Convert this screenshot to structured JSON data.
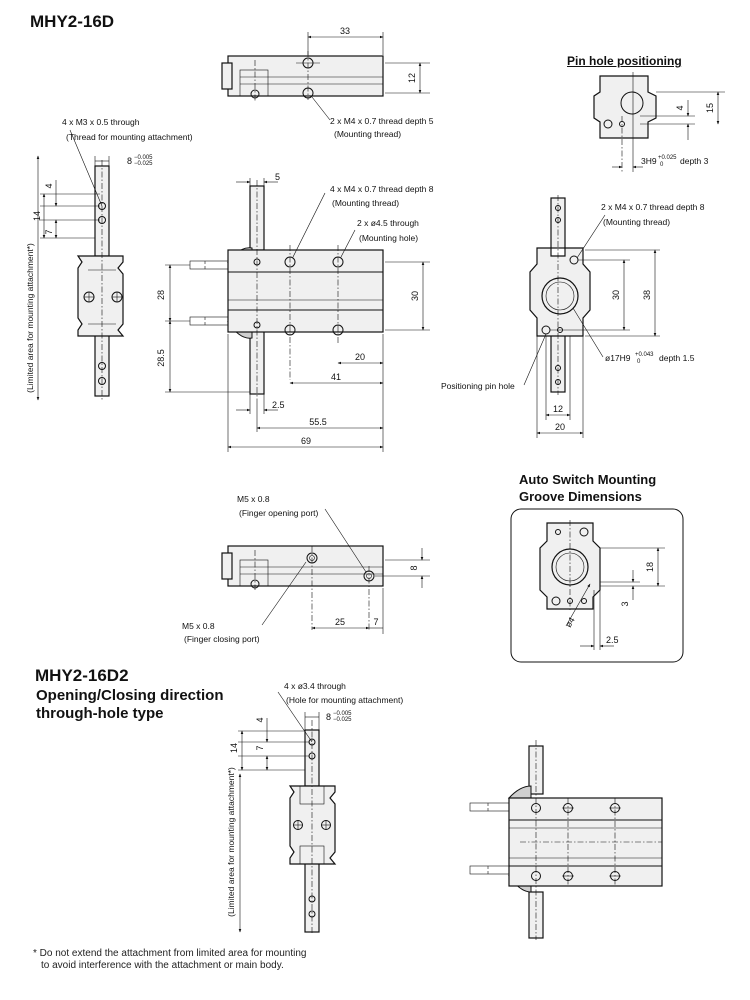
{
  "titles": {
    "main": "MHY2-16D",
    "d2_model": "MHY2-16D2",
    "d2_desc_1": "Opening/Closing direction",
    "d2_desc_2": "through-hole type",
    "pin_hole": "Pin hole positioning",
    "auto_switch_1": "Auto Switch Mounting",
    "auto_switch_2": "Groove Dimensions"
  },
  "labels": {
    "m3_through": "4 x M3 x 0.5 through",
    "m3_through_note": "(Thread for mounting attachment)",
    "tol_8": "8",
    "tol_8_upper": "−0.005",
    "tol_8_lower": "−0.025",
    "limited_area": "(Limited area for mounting attachment*)",
    "m4_depth5": "2 x M4 x 0.7 thread depth 5",
    "mounting_thread": "(Mounting thread)",
    "m4_depth8_4x": "4 x M4 x 0.7 thread depth 8",
    "mounting_thread_b": "(Mounting thread)",
    "hole_45": "2 x ø4.5 through",
    "mounting_hole": "(Mounting hole)",
    "m4_depth8_2x": "2 x M4 x 0.7 thread depth 8",
    "mounting_thread_c": "(Mounting thread)",
    "h9_3": "3H9",
    "h9_3_upper": "+0.025",
    "h9_3_lower": "0",
    "h9_3_depth": "depth 3",
    "h9_17": "ø17H9",
    "h9_17_upper": "+0.043",
    "h9_17_lower": "0",
    "h9_17_depth": "depth 1.5",
    "positioning_pin": "Positioning pin hole",
    "m5_open": "M5 x 0.8",
    "finger_open": "(Finger opening port)",
    "m5_close": "M5 x 0.8",
    "finger_close": "(Finger closing port)",
    "hole_34": "4 x ø3.4 through",
    "hole_34_note": "(Hole for mounting attachment)",
    "tol_8b": "8",
    "tol_8b_upper": "−0.005",
    "tol_8b_lower": "−0.025",
    "limited_area_b": "(Limited area for mounting attachment*)",
    "phi4": "ø4"
  },
  "dims": {
    "d33": "33",
    "d12": "12",
    "d5": "5",
    "d4a": "4",
    "d14a": "14",
    "d7a": "7",
    "d28": "28",
    "d28_5": "28.5",
    "d30a": "30",
    "d20a": "20",
    "d41": "41",
    "d2_5a": "2.5",
    "d55_5": "55.5",
    "d69": "69",
    "d30b": "30",
    "d38": "38",
    "d12b": "12",
    "d20b": "20",
    "d4b": "4",
    "d15": "15",
    "d8": "8",
    "d25": "25",
    "d7b": "7",
    "d18": "18",
    "d3": "3",
    "d2_5b": "2.5",
    "d4c": "4",
    "d14b": "14",
    "d7c": "7"
  },
  "footnote": {
    "line1": "* Do not extend the attachment from limited area for mounting",
    "line2": "to avoid interference with the attachment or main body."
  }
}
